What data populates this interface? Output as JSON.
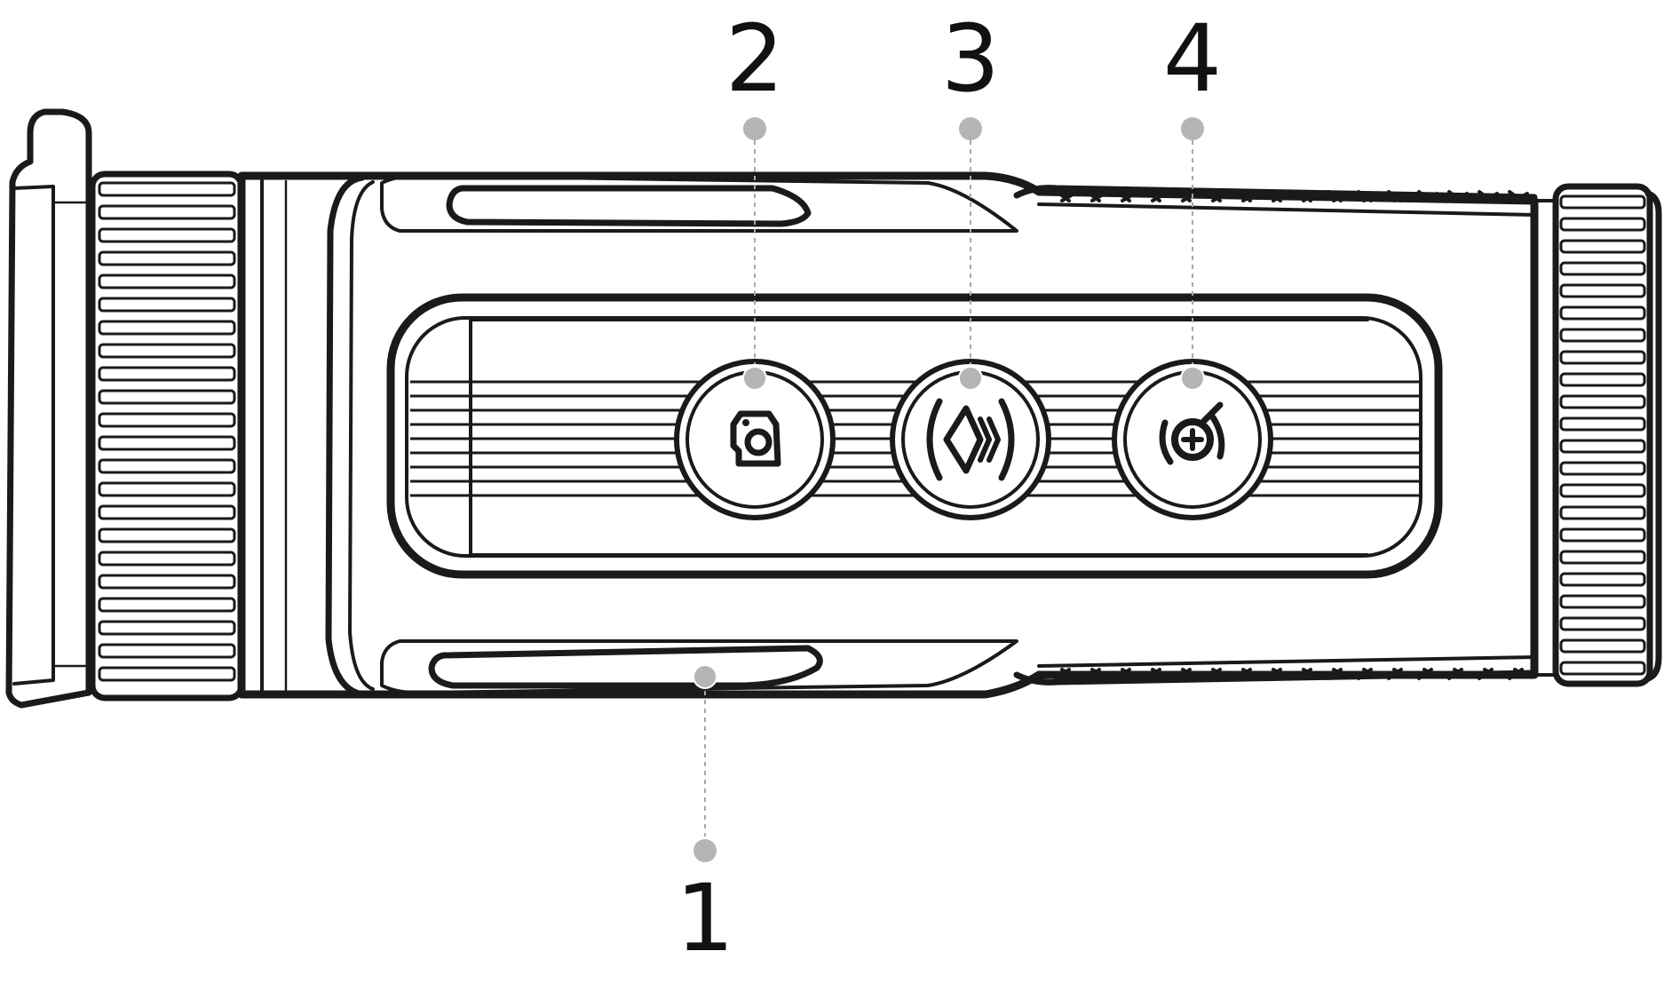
{
  "diagram": {
    "colors": {
      "line": "#1a1a1a",
      "callout_dot": "#b5b5b5",
      "leader": "#a8a8a8",
      "background": "#ffffff"
    },
    "callouts": [
      {
        "id": "1",
        "label": "1",
        "target": "bottom-side-grip"
      },
      {
        "id": "2",
        "label": "2",
        "target": "capture-button"
      },
      {
        "id": "3",
        "label": "3",
        "target": "mode-button"
      },
      {
        "id": "4",
        "label": "4",
        "target": "zoom-button"
      }
    ],
    "buttons": [
      {
        "id": "capture",
        "icon": "camera-icon"
      },
      {
        "id": "mode",
        "icon": "mode-switch-icon"
      },
      {
        "id": "zoom",
        "icon": "zoom-plus-icon"
      }
    ]
  }
}
